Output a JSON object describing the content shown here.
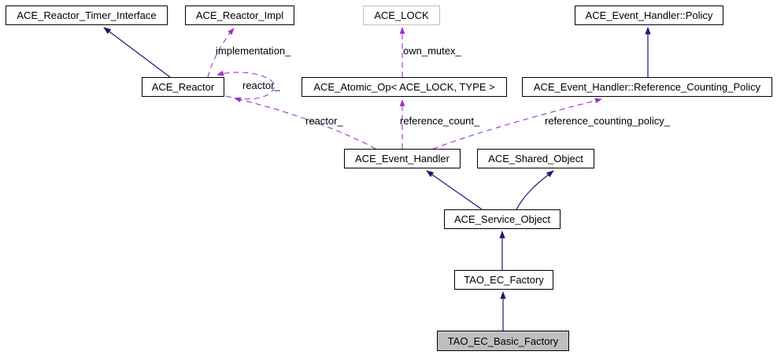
{
  "diagram": {
    "kind": "class-collaboration-graph",
    "focus_node": "TAO_EC_Basic_Factory",
    "colors": {
      "inheritance_edge": "#191970",
      "usage_edge": "#9a32cd",
      "node_border": "#000000",
      "node_fill": "#ffffff",
      "focus_node_fill": "#bfbfbf",
      "template_node_border": "#c0c0c0",
      "background": "#ffffff"
    },
    "nodes": [
      {
        "id": "ace-reactor-timer-interface",
        "label": "ACE_Reactor_Timer_Interface"
      },
      {
        "id": "ace-reactor-impl",
        "label": "ACE_Reactor_Impl"
      },
      {
        "id": "ace-lock",
        "label": "ACE_LOCK"
      },
      {
        "id": "ace-event-handler-policy",
        "label": "ACE_Event_Handler::Policy"
      },
      {
        "id": "ace-reactor",
        "label": "ACE_Reactor"
      },
      {
        "id": "ace-atomic-op",
        "label": "ACE_Atomic_Op< ACE_LOCK, TYPE >"
      },
      {
        "id": "ace-event-handler-reference-counting-policy",
        "label": "ACE_Event_Handler::Reference_Counting_Policy"
      },
      {
        "id": "ace-event-handler",
        "label": "ACE_Event_Handler"
      },
      {
        "id": "ace-shared-object",
        "label": "ACE_Shared_Object"
      },
      {
        "id": "ace-service-object",
        "label": "ACE_Service_Object"
      },
      {
        "id": "tao-ec-factory",
        "label": "TAO_EC_Factory"
      },
      {
        "id": "tao-ec-basic-factory",
        "label": "TAO_EC_Basic_Factory"
      }
    ],
    "edges": [
      {
        "source": "ACE_Reactor",
        "target": "ACE_Reactor_Timer_Interface",
        "type": "inheritance",
        "label": ""
      },
      {
        "source": "ACE_Event_Handler::Reference_Counting_Policy",
        "target": "ACE_Event_Handler::Policy",
        "type": "inheritance",
        "label": ""
      },
      {
        "source": "ACE_Service_Object",
        "target": "ACE_Event_Handler",
        "type": "inheritance",
        "label": ""
      },
      {
        "source": "ACE_Service_Object",
        "target": "ACE_Shared_Object",
        "type": "inheritance",
        "label": ""
      },
      {
        "source": "TAO_EC_Factory",
        "target": "ACE_Service_Object",
        "type": "inheritance",
        "label": ""
      },
      {
        "source": "TAO_EC_Basic_Factory",
        "target": "TAO_EC_Factory",
        "type": "inheritance",
        "label": ""
      },
      {
        "source": "ACE_Reactor",
        "target": "ACE_Reactor_Impl",
        "type": "usage",
        "label": "implementation_"
      },
      {
        "source": "ACE_Atomic_Op< ACE_LOCK, TYPE >",
        "target": "ACE_LOCK",
        "type": "usage",
        "label": "own_mutex_"
      },
      {
        "source": "ACE_Reactor",
        "target": "ACE_Reactor",
        "type": "usage",
        "label": "reactor_"
      },
      {
        "source": "ACE_Event_Handler",
        "target": "ACE_Reactor",
        "type": "usage",
        "label": "reactor_"
      },
      {
        "source": "ACE_Event_Handler",
        "target": "ACE_Atomic_Op< ACE_LOCK, TYPE >",
        "type": "usage",
        "label": "reference_count_"
      },
      {
        "source": "ACE_Event_Handler",
        "target": "ACE_Event_Handler::Reference_Counting_Policy",
        "type": "usage",
        "label": "reference_counting_policy_"
      }
    ]
  }
}
